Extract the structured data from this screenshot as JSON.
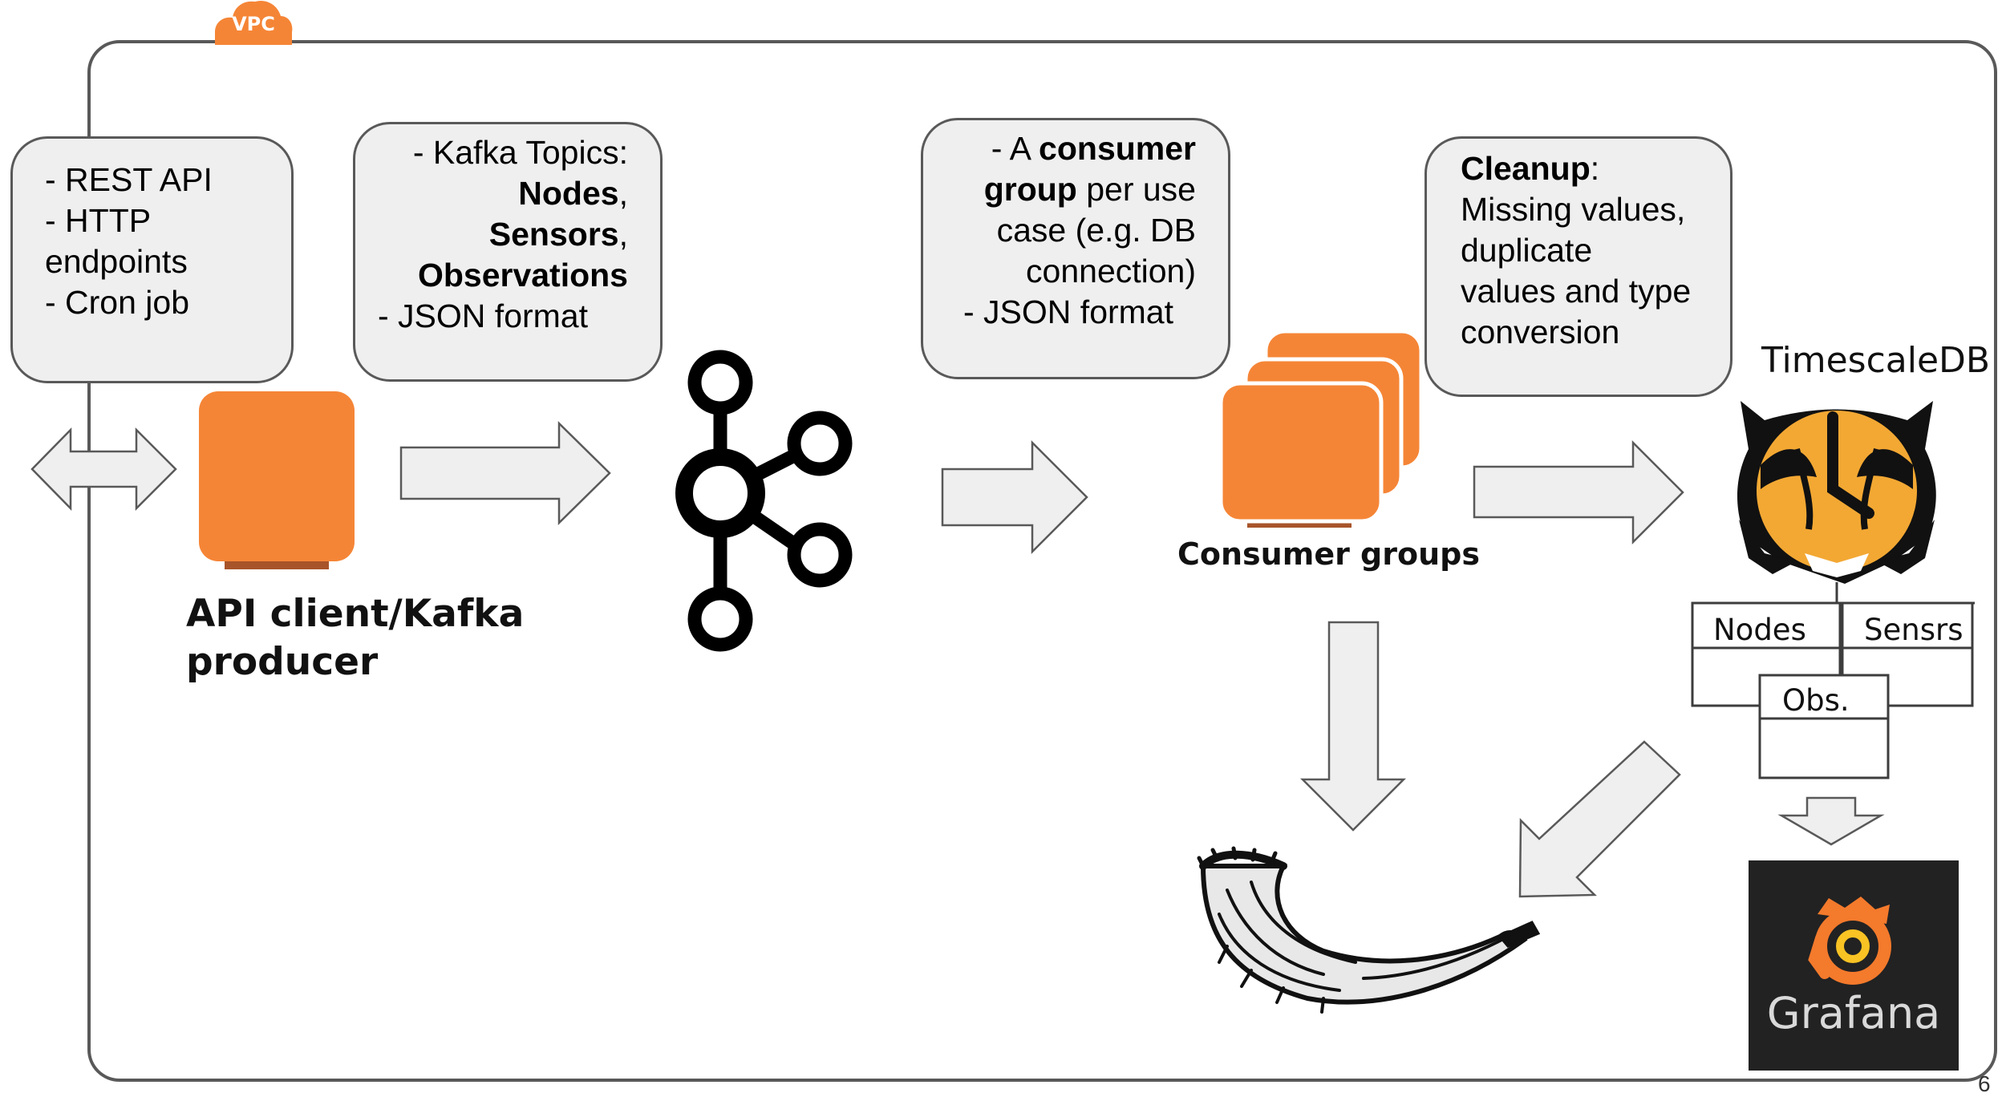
{
  "vpc_badge": "VPC",
  "callouts": {
    "source": {
      "lines": [
        "- REST API",
        "- HTTP",
        "endpoints",
        "- Cron job"
      ]
    },
    "kafka": {
      "line1": "- Kafka Topics:",
      "topic_nodes": "Nodes",
      "topic_sensors": "Sensors",
      "topic_observations": "Observations",
      "line5": "- JSON format",
      "comma": ","
    },
    "consumer": {
      "a_prefix": "- A ",
      "consumer_bold": "consumer",
      "group_bold": "group",
      "group_rest": " per use",
      "line3": "case (e.g. DB",
      "line4": "connection)",
      "line5": "- JSON format"
    },
    "cleanup": {
      "title": "Cleanup",
      "colon": ":",
      "lines": [
        "Missing values,",
        "duplicate",
        "values and type",
        "conversion"
      ]
    }
  },
  "labels": {
    "producer_line1": "API client/Kafka",
    "producer_line2": "producer",
    "consumer_groups": "Consumer groups",
    "timescaledb": "TimescaleDB"
  },
  "tables": {
    "nodes": "Nodes",
    "sensors": "Sensrs",
    "observations": "Obs."
  },
  "grafana": {
    "label": "Grafana"
  },
  "page_number": "6",
  "icons": [
    "vpc-cloud-icon",
    "ec2-instance-icon",
    "kafka-logo-icon",
    "timescaledb-tiger-icon",
    "grafana-logo-icon",
    "flask-horn-icon"
  ],
  "colors": {
    "aws_orange": "#f58536",
    "aws_orange_shadow": "#a8542a",
    "callout_fill": "#efefef",
    "arrow_fill": "#efefef",
    "grafana_bg": "#222222"
  }
}
